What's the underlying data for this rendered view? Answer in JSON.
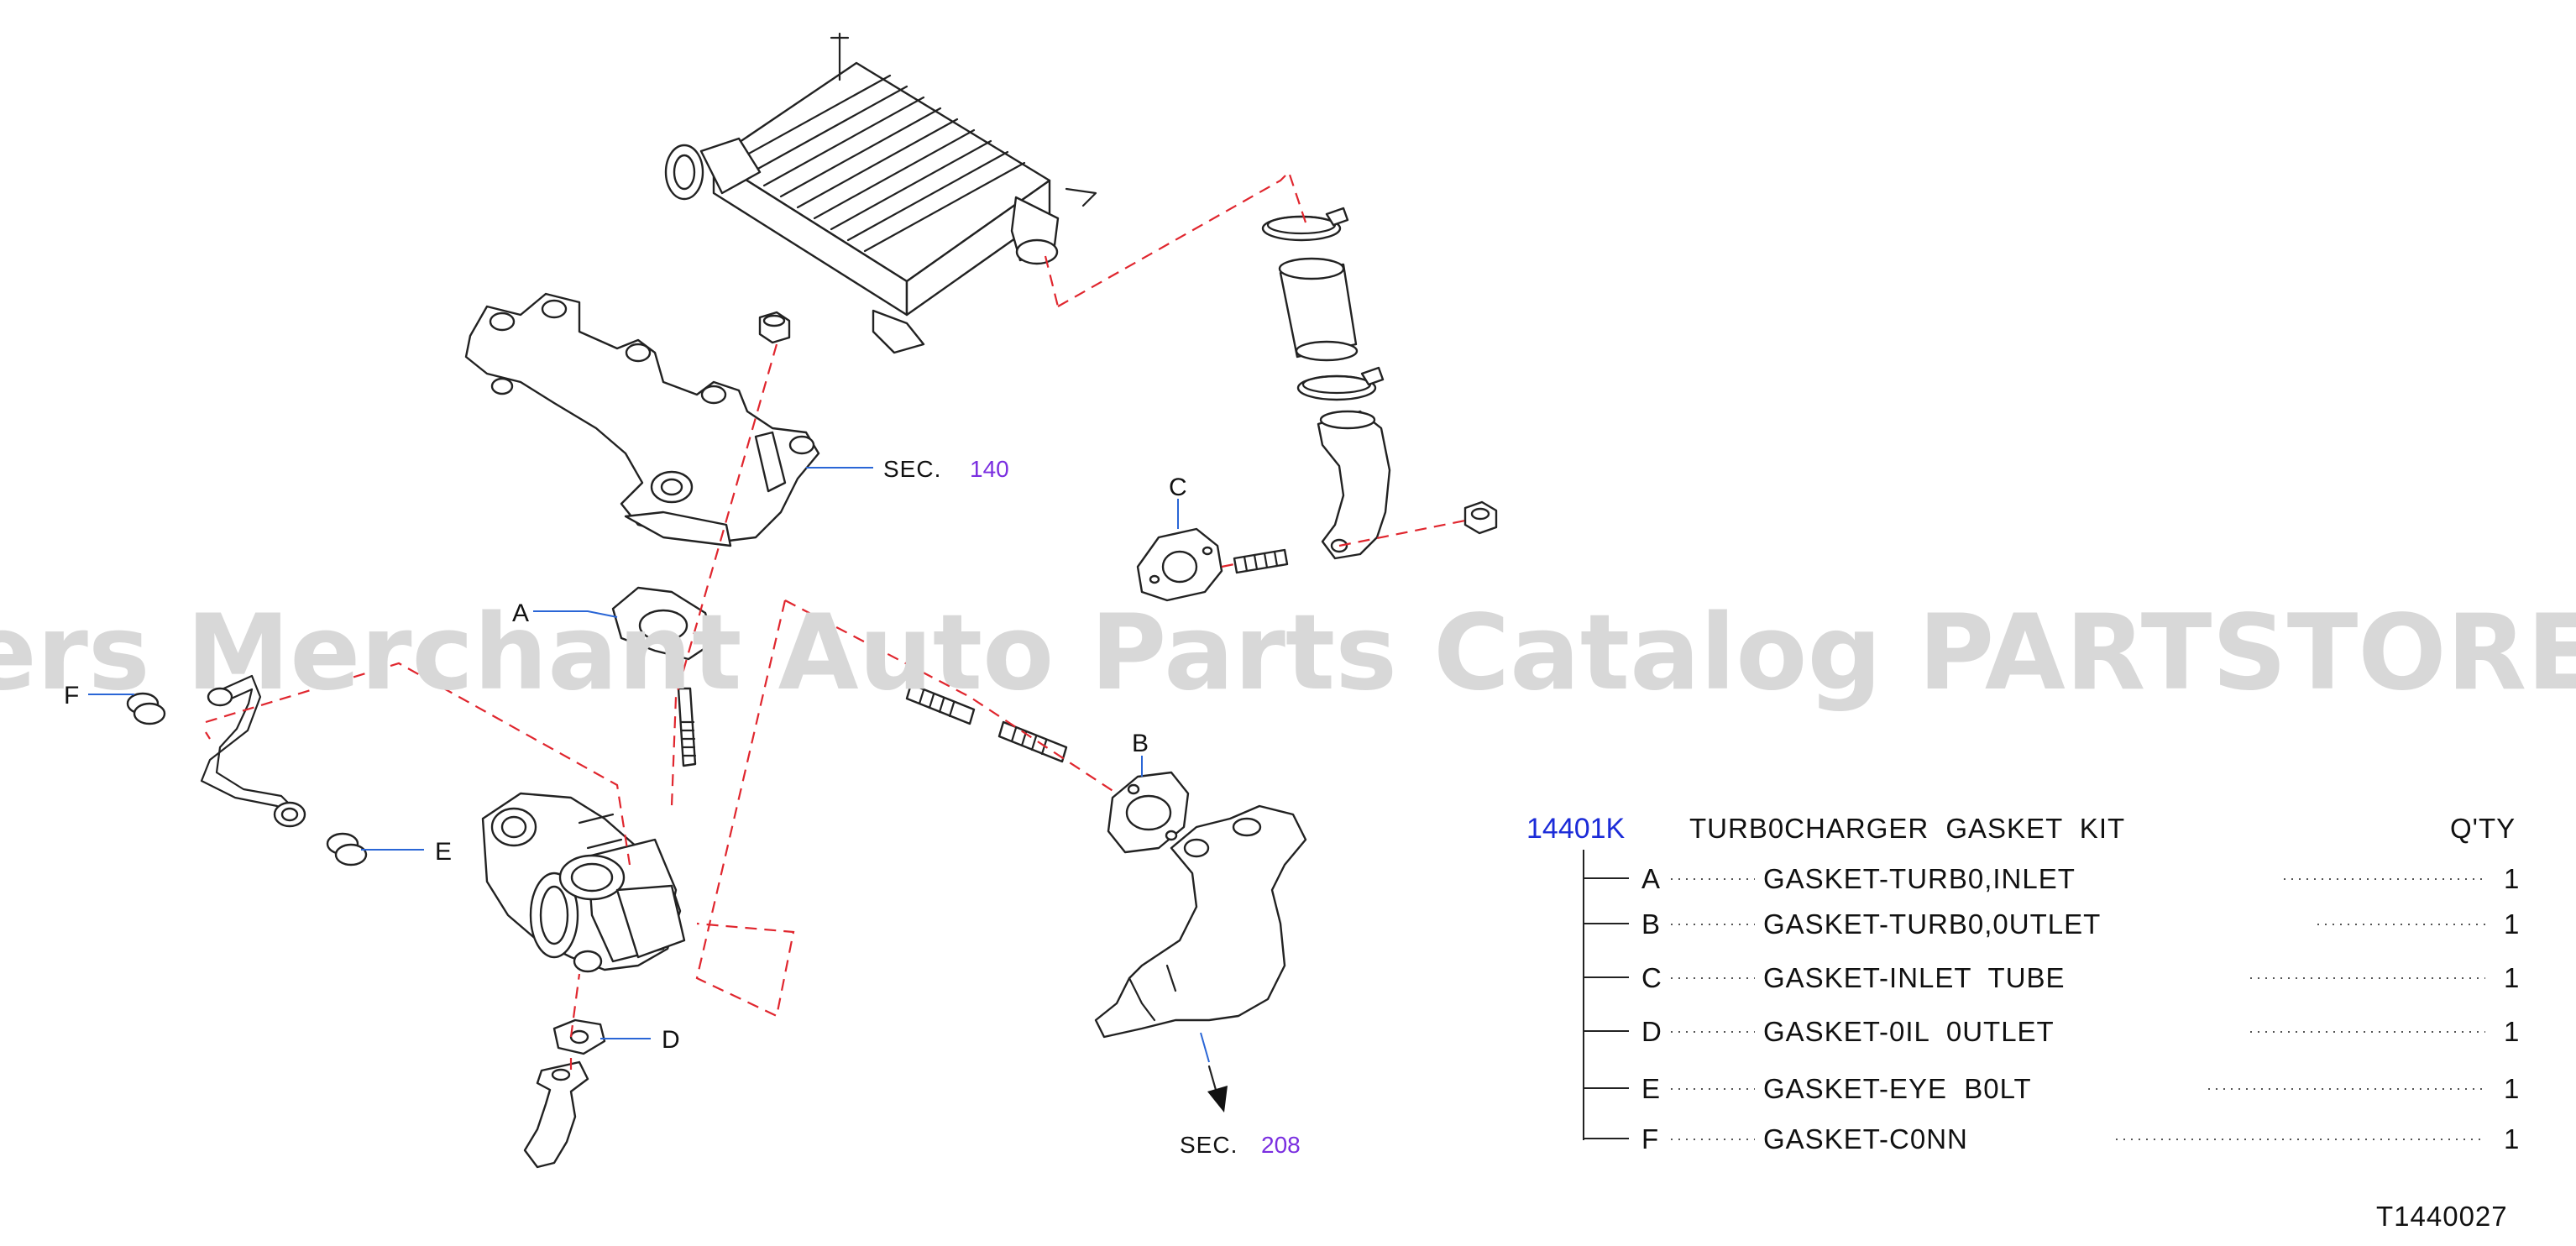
{
  "watermark": "Offers Merchant Auto Parts Catalog PARTSTORE.SA",
  "callouts": {
    "a": "A",
    "b": "B",
    "c": "C",
    "d": "D",
    "e": "E",
    "f": "F"
  },
  "sections": [
    {
      "prefix": "SEC.",
      "number": "140"
    },
    {
      "prefix": "SEC.",
      "number": "208"
    }
  ],
  "parts_table": {
    "code": "14401K",
    "title": "TURB0CHARGER GASKET KIT",
    "qty_header": "Q'TY",
    "items": [
      {
        "letter": "A",
        "name": "GASKET-TURB0,INLET",
        "qty": "1"
      },
      {
        "letter": "B",
        "name": "GASKET-TURB0,0UTLET",
        "qty": "1"
      },
      {
        "letter": "C",
        "name": "GASKET-INLET TUBE",
        "qty": "1"
      },
      {
        "letter": "D",
        "name": "GASKET-0IL 0UTLET",
        "qty": "1"
      },
      {
        "letter": "E",
        "name": "GASKET-EYE B0LT",
        "qty": "1"
      },
      {
        "letter": "F",
        "name": "GASKET-C0NN",
        "qty": "1"
      }
    ]
  },
  "reference_code": "T1440027",
  "colors": {
    "code": "#1b2bd8",
    "section_number": "#7a2ee0",
    "leader": "#2a66d6",
    "dashed_path": "#e0262e",
    "watermark": "#d8d8d8"
  }
}
